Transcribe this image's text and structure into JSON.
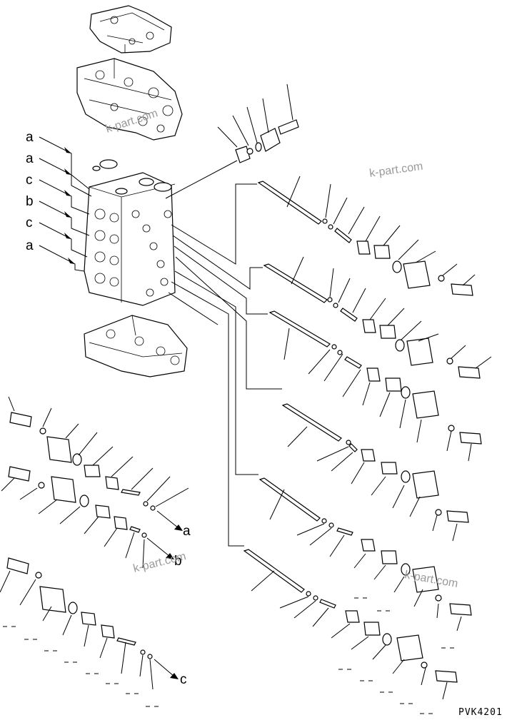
{
  "callouts": {
    "left_labels": [
      "a",
      "a",
      "c",
      "b",
      "c",
      "a"
    ],
    "bottom_a": "a",
    "bottom_b": "b",
    "bottom_c": "c"
  },
  "watermarks": [
    "k-part.com",
    "k-part.com",
    "k-part.com",
    "k-part.com"
  ],
  "figure_code": "PVK4201"
}
